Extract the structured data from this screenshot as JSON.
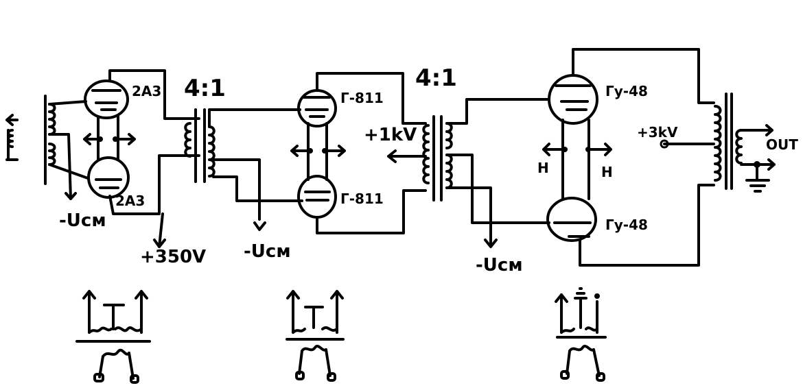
{
  "stages": [
    {
      "id": "stage1",
      "tube_top": "2A3",
      "tube_bottom": "2A3",
      "bias": "-Uсм",
      "supply": "+350V"
    },
    {
      "id": "stage2",
      "tube_top": "Г-811",
      "tube_bottom": "Г-811",
      "bias": "-Uсм",
      "supply": "+1kV"
    },
    {
      "id": "stage3",
      "tube_top": "Гу-48",
      "tube_bottom": "Гу-48",
      "bias": "-Uсм",
      "supply": "+3kV",
      "heater_left": "H",
      "heater_right": "H"
    }
  ],
  "ratios": [
    "4:1",
    "4:1"
  ],
  "output_label": "OUT"
}
